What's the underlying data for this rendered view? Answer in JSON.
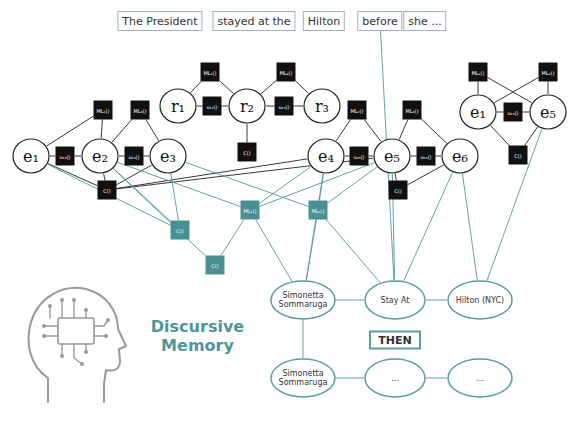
{
  "diagram": {
    "nodes": [
      {
        "text": [
          "The President"
        ]
      },
      {
        "text": [
          "stayed at the"
        ]
      },
      {
        "text": [
          "Hilton"
        ]
      },
      {
        "text": [
          "before"
        ]
      },
      {
        "text": [
          "she ..."
        ]
      },
      {
        "text": [
          "e₁"
        ]
      },
      {
        "text": [
          "e₂"
        ]
      },
      {
        "text": [
          "e₃"
        ]
      },
      {
        "text": [
          "r₁"
        ]
      },
      {
        "text": [
          "r₂"
        ]
      },
      {
        "text": [
          "r₃"
        ]
      },
      {
        "text": [
          "e₄"
        ]
      },
      {
        "text": [
          "e₅"
        ]
      },
      {
        "text": [
          "e₆"
        ]
      },
      {
        "text": [
          "e₁"
        ]
      },
      {
        "text": [
          "e₅"
        ]
      },
      {
        "text": [
          "ML₁()"
        ]
      },
      {
        "text": [
          "ML₂()"
        ]
      },
      {
        "text": [
          "ML₁()"
        ]
      },
      {
        "text": [
          "ML₂()"
        ]
      },
      {
        "text": [
          "ML₁()"
        ]
      },
      {
        "text": [
          "ML₂()"
        ]
      },
      {
        "text": [
          "ML₁()"
        ]
      },
      {
        "text": [
          "ML₂()"
        ]
      },
      {
        "text": [
          "u₁₂()"
        ]
      },
      {
        "text": [
          "u₂₃()"
        ]
      },
      {
        "text": [
          "u₁₂()"
        ]
      },
      {
        "text": [
          "u₂₃()"
        ]
      },
      {
        "text": [
          "u₄₅()"
        ]
      },
      {
        "text": [
          "u₅₆()"
        ]
      },
      {
        "text": [
          "u₁₅()"
        ]
      },
      {
        "text": [
          "C()"
        ]
      },
      {
        "text": [
          "C()"
        ]
      },
      {
        "text": [
          "C()"
        ]
      },
      {
        "text": [
          "C()"
        ]
      },
      {
        "text": [
          "C()"
        ]
      },
      {
        "text": [
          "ML₁()"
        ]
      },
      {
        "text": [
          "ML₁()"
        ]
      },
      {
        "text": [
          "C()"
        ]
      },
      {
        "text": [
          "Simonetta Sommaruga"
        ]
      },
      {
        "text": [
          "Stay At"
        ]
      },
      {
        "text": [
          "Hilton (NYC)"
        ]
      },
      {
        "text": [
          "THEN"
        ]
      },
      {
        "text": [
          "Simonetta Sommaruga"
        ]
      },
      {
        "text": [
          "..."
        ]
      },
      {
        "text": [
          "..."
        ]
      }
    ],
    "edges": [
      {
        "from": 5,
        "to": 24,
        "arrow": "none"
      },
      {
        "from": 24,
        "to": 6,
        "arrow": "none"
      },
      {
        "from": 6,
        "to": 25,
        "arrow": "none"
      },
      {
        "from": 25,
        "to": 7,
        "arrow": "none"
      },
      {
        "from": 8,
        "to": 26,
        "arrow": "none"
      },
      {
        "from": 26,
        "to": 9,
        "arrow": "none"
      },
      {
        "from": 9,
        "to": 27,
        "arrow": "none"
      },
      {
        "from": 27,
        "to": 10,
        "arrow": "none"
      },
      {
        "from": 11,
        "to": 28,
        "arrow": "none"
      },
      {
        "from": 28,
        "to": 12,
        "arrow": "none"
      },
      {
        "from": 12,
        "to": 29,
        "arrow": "none"
      },
      {
        "from": 29,
        "to": 13,
        "arrow": "none"
      },
      {
        "from": 14,
        "to": 30,
        "arrow": "none"
      },
      {
        "from": 30,
        "to": 15,
        "arrow": "none"
      },
      {
        "from": 16,
        "to": 8,
        "arrow": "none"
      },
      {
        "from": 16,
        "to": 9,
        "arrow": "none"
      },
      {
        "from": 17,
        "to": 9,
        "arrow": "none"
      },
      {
        "from": 17,
        "to": 10,
        "arrow": "none"
      },
      {
        "from": 18,
        "to": 5,
        "arrow": "none"
      },
      {
        "from": 18,
        "to": 6,
        "arrow": "none"
      },
      {
        "from": 19,
        "to": 6,
        "arrow": "none"
      },
      {
        "from": 19,
        "to": 7,
        "arrow": "none"
      },
      {
        "from": 20,
        "to": 11,
        "arrow": "none"
      },
      {
        "from": 20,
        "to": 12,
        "arrow": "none"
      },
      {
        "from": 21,
        "to": 12,
        "arrow": "none"
      },
      {
        "from": 21,
        "to": 13,
        "arrow": "none"
      },
      {
        "from": 22,
        "to": 14,
        "arrow": "none"
      },
      {
        "from": 22,
        "to": 15,
        "arrow": "none"
      },
      {
        "from": 23,
        "to": 14,
        "arrow": "none"
      },
      {
        "from": 23,
        "to": 15,
        "arrow": "none"
      },
      {
        "from": 31,
        "to": 9,
        "arrow": "none"
      },
      {
        "from": 32,
        "to": 5,
        "arrow": "none"
      },
      {
        "from": 32,
        "to": 6,
        "arrow": "none"
      },
      {
        "from": 32,
        "to": 7,
        "arrow": "none"
      },
      {
        "from": 32,
        "to": 11,
        "arrow": "none"
      },
      {
        "from": 32,
        "to": 12,
        "arrow": "none"
      },
      {
        "from": 33,
        "to": 12,
        "arrow": "none"
      },
      {
        "from": 33,
        "to": 13,
        "arrow": "none"
      },
      {
        "from": 34,
        "to": 14,
        "arrow": "none"
      },
      {
        "from": 34,
        "to": 15,
        "arrow": "none"
      },
      {
        "from": 35,
        "to": 5,
        "arrow": "none"
      },
      {
        "from": 35,
        "to": 6,
        "arrow": "none"
      },
      {
        "from": 35,
        "to": 7,
        "arrow": "none"
      },
      {
        "from": 36,
        "to": 6,
        "arrow": "none"
      },
      {
        "from": 36,
        "to": 11,
        "arrow": "none"
      },
      {
        "from": 36,
        "to": 12,
        "arrow": "none"
      },
      {
        "from": 37,
        "to": 7,
        "arrow": "none"
      },
      {
        "from": 37,
        "to": 11,
        "arrow": "none"
      },
      {
        "from": 37,
        "to": 12,
        "arrow": "none"
      },
      {
        "from": 38,
        "to": 6,
        "arrow": "none"
      },
      {
        "from": 38,
        "to": 36,
        "arrow": "none"
      },
      {
        "from": 36,
        "to": 39,
        "arrow": "none"
      },
      {
        "from": 37,
        "to": 39,
        "arrow": "none"
      },
      {
        "from": 37,
        "to": 40,
        "arrow": "none"
      },
      {
        "from": 11,
        "to": 39,
        "arrow": "none"
      },
      {
        "from": 12,
        "to": 40,
        "arrow": "none"
      },
      {
        "from": 13,
        "to": 40,
        "arrow": "none"
      },
      {
        "from": 13,
        "to": 41,
        "arrow": "none"
      },
      {
        "from": 15,
        "to": 41,
        "arrow": "none"
      },
      {
        "from": 3,
        "to": 40,
        "arrow": "none"
      },
      {
        "from": 39,
        "to": 40,
        "arrow": "none"
      },
      {
        "from": 40,
        "to": 41,
        "arrow": "none"
      },
      {
        "from": 39,
        "to": 43,
        "arrow": "none"
      },
      {
        "from": 43,
        "to": 44,
        "arrow": "none"
      },
      {
        "from": 44,
        "to": 45,
        "arrow": "none"
      }
    ],
    "labels": [
      "Discursive Memory"
    ]
  }
}
